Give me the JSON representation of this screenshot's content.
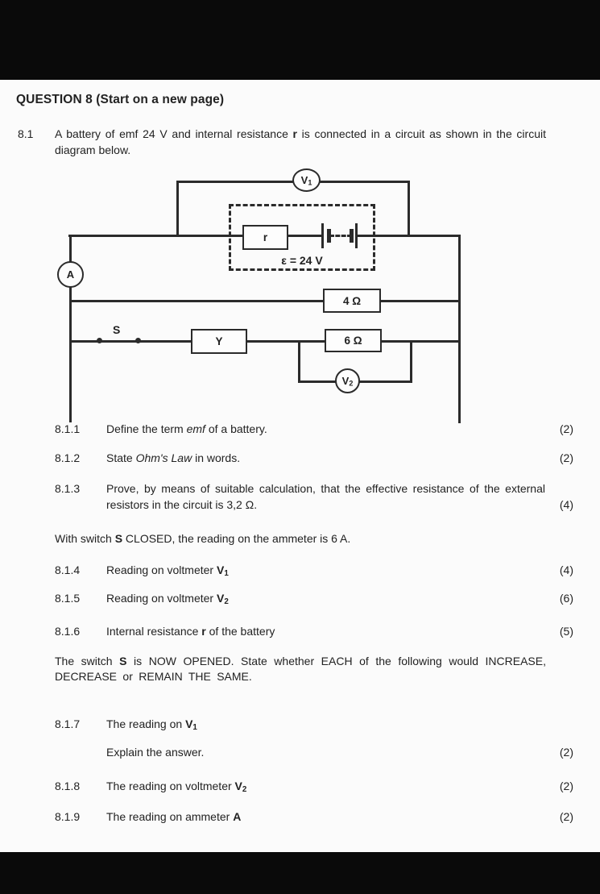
{
  "colors": {
    "page_bg": "#fbfbfb",
    "bar": "#0a0a0a",
    "ink": "#222222",
    "wire": "#2b2b2b"
  },
  "header": {
    "title": "QUESTION 8 (Start on a new page)"
  },
  "intro": {
    "num": "8.1",
    "text": [
      {
        "t": "A battery of emf 24 V and internal resistance "
      },
      {
        "t": "r",
        "b": true
      },
      {
        "t": " is connected in a circuit as shown in the circuit diagram below."
      }
    ]
  },
  "diagram": {
    "voltmeter1_label": "V",
    "voltmeter1_sub": "1",
    "voltmeter2_label": "V",
    "voltmeter2_sub": "2",
    "ammeter_label": "A",
    "internal_resistance_label": "r",
    "battery_emf_label": "ε = 24 V",
    "resistor_top_label": "4 Ω",
    "resistor_bottom_label": "6 Ω",
    "component_y_label": "Y",
    "switch_label": "S"
  },
  "statements": {
    "closed": [
      {
        "t": "With switch "
      },
      {
        "t": "S",
        "b": true
      },
      {
        "t": " CLOSED, the reading on the ammeter is 6 A."
      }
    ],
    "opened": [
      {
        "t": "The switch "
      },
      {
        "t": "S",
        "b": true
      },
      {
        "t": " is NOW OPENED. State whether EACH of the following would INCREASE, DECREASE or REMAIN THE SAME."
      }
    ]
  },
  "items": [
    {
      "num": "8.1.1",
      "text": [
        {
          "t": "Define the term "
        },
        {
          "t": "emf",
          "i": true
        },
        {
          "t": " of a battery."
        }
      ],
      "marks": "(2)"
    },
    {
      "num": "8.1.2",
      "text": [
        {
          "t": "State "
        },
        {
          "t": "Ohm's Law",
          "i": true
        },
        {
          "t": " in words."
        }
      ],
      "marks": "(2)"
    },
    {
      "num": "8.1.3",
      "text": [
        {
          "t": "Prove, by means of suitable calculation, that the effective resistance of the external resistors in the circuit is 3,2 Ω."
        }
      ],
      "marks": "(4)"
    },
    {
      "num": "8.1.4",
      "text": [
        {
          "t": "Reading on voltmeter "
        },
        {
          "t": "V",
          "b": true
        },
        {
          "t": "1",
          "b": true,
          "sub": true
        }
      ],
      "marks": "(4)"
    },
    {
      "num": "8.1.5",
      "text": [
        {
          "t": "Reading on voltmeter "
        },
        {
          "t": "V",
          "b": true
        },
        {
          "t": "2",
          "b": true,
          "sub": true
        }
      ],
      "marks": "(6)"
    },
    {
      "num": "8.1.6",
      "text": [
        {
          "t": "Internal resistance "
        },
        {
          "t": "r",
          "b": true
        },
        {
          "t": " of the battery"
        }
      ],
      "marks": "(5)"
    },
    {
      "num": "8.1.7",
      "text": [
        {
          "t": "The reading on "
        },
        {
          "t": "V",
          "b": true
        },
        {
          "t": "1",
          "b": true,
          "sub": true
        }
      ],
      "marks": ""
    },
    {
      "num": "8.1.8",
      "text": [
        {
          "t": "The reading on voltmeter "
        },
        {
          "t": "V",
          "b": true
        },
        {
          "t": "2",
          "b": true,
          "sub": true
        }
      ],
      "marks": "(2)"
    },
    {
      "num": "8.1.9",
      "text": [
        {
          "t": "The reading on ammeter "
        },
        {
          "t": "A",
          "b": true
        }
      ],
      "marks": "(2)"
    }
  ],
  "explain": {
    "text": [
      {
        "t": "Explain the answer."
      }
    ],
    "marks": "(2)"
  }
}
